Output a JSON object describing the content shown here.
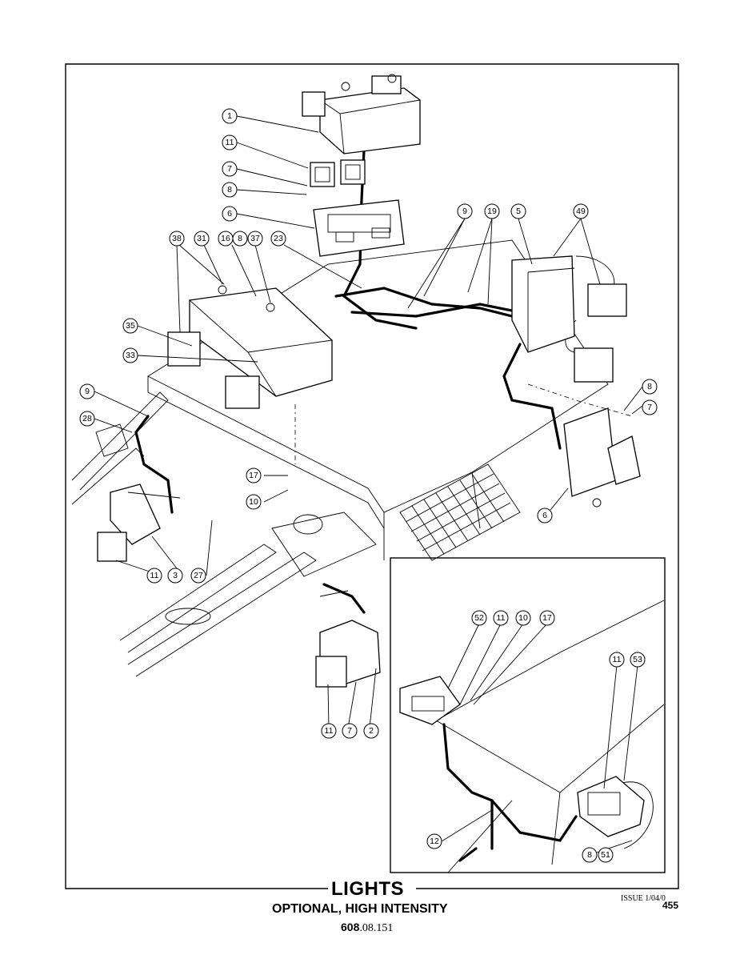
{
  "title": "LIGHTS",
  "subtitle": "OPTIONAL, HIGH INTENSITY",
  "code_bold": "608",
  "code_rest": ".08.151",
  "issue": "ISSUE 1/04/0",
  "page_number": "455",
  "callouts": {
    "c1": "1",
    "c11a": "11",
    "c7a": "7",
    "c8a": "8",
    "c6a": "6",
    "c38": "38",
    "c31": "31",
    "c16": "16",
    "c8b": "8",
    "c37": "37",
    "c23": "23",
    "c9a": "9",
    "c19": "19",
    "c5": "5",
    "c49": "49",
    "c35": "35",
    "c33": "33",
    "c9b": "9",
    "c28": "28",
    "c8c": "8",
    "c7b": "7",
    "c6b": "6",
    "c17a": "17",
    "c10a": "10",
    "c11b": "11",
    "c3": "3",
    "c27": "27",
    "c11c": "11",
    "c7c": "7",
    "c2": "2",
    "c52": "52",
    "c11d": "11",
    "c10b": "10",
    "c17b": "17",
    "c11e": "11",
    "c53": "53",
    "c12": "12",
    "c8d": "8",
    "c51": "51"
  }
}
